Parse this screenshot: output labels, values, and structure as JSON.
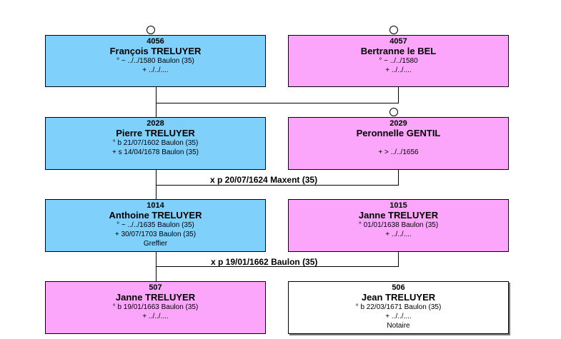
{
  "persons": {
    "p4056": {
      "num": "4056",
      "name": "François TRELUYER",
      "lines": [
        "° ~ ../../1580 Baulon (35)",
        "+ ../../...."
      ]
    },
    "p4057": {
      "num": "4057",
      "name": "Bertranne le BEL",
      "lines": [
        "° ~ ../../1580",
        "+ ../../...."
      ]
    },
    "p2028": {
      "num": "2028",
      "name": "Pierre TRELUYER",
      "lines": [
        "° b 21/07/1602 Baulon (35)",
        "+ s 14/04/1678 Baulon (35)"
      ]
    },
    "p2029": {
      "num": "2029",
      "name": "Peronnelle GENTIL",
      "lines": [
        "+ > ../../1656"
      ]
    },
    "p1014": {
      "num": "1014",
      "name": "Anthoine TRELUYER",
      "lines": [
        "° ~ ../../1635 Baulon (35)",
        "+ 30/07/1703 Baulon (35)",
        "Greffier"
      ]
    },
    "p1015": {
      "num": "1015",
      "name": "Janne TRELUYER",
      "lines": [
        "° 01/01/1638 Baulon (35)",
        "+ ../../...."
      ]
    },
    "p507": {
      "num": "507",
      "name": "Janne TRELUYER",
      "lines": [
        "° b 19/01/1663 Baulon (35)",
        "+ ../../...."
      ]
    },
    "p506": {
      "num": "506",
      "name": "Jean TRELUYER",
      "lines": [
        "° b 22/03/1671 Baulon (35)",
        "+ ../../....",
        "Notaire"
      ]
    }
  },
  "marriages": {
    "m2028": "x p 20/07/1624 Maxent (35)",
    "m1014": "x p 19/01/1662 Baulon (35)"
  },
  "colors": {
    "male": "#7fd0fb",
    "female": "#fba6fb",
    "subject": "#ffffff"
  }
}
